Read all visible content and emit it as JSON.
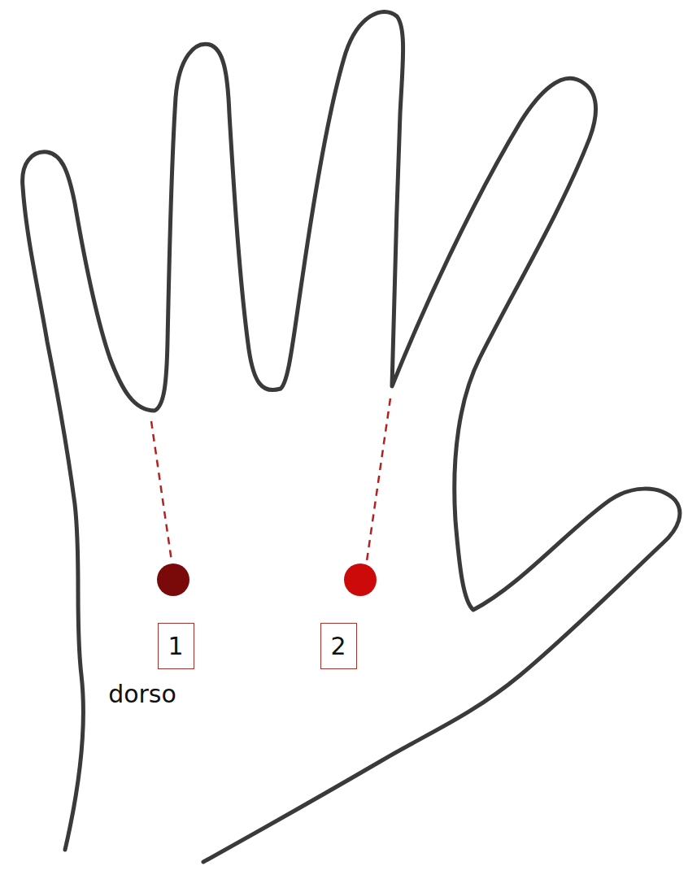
{
  "diagram": {
    "nodes": [
      {
        "text": [
          "1"
        ]
      },
      {
        "text": [
          "2"
        ]
      }
    ],
    "labels": [
      "dorso"
    ]
  }
}
